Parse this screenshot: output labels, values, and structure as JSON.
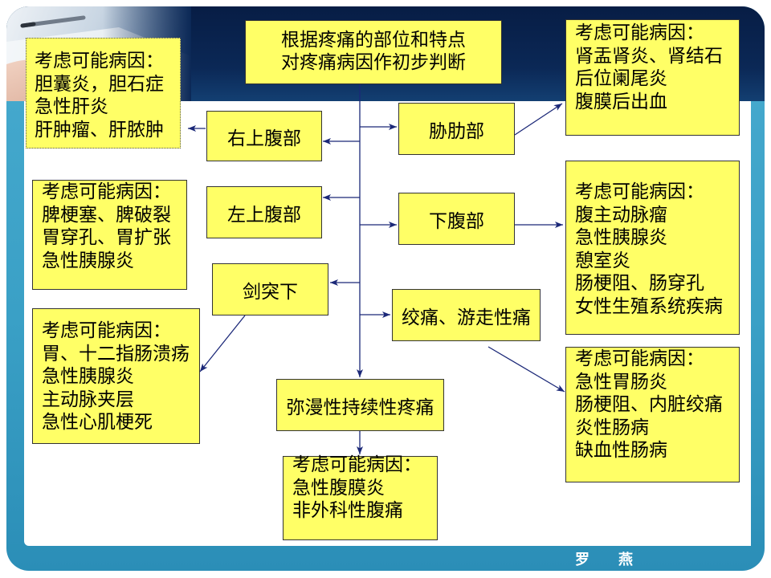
{
  "title": {
    "line1": "根据疼痛的部位和特点",
    "line2": "对疼痛病因作初步判断"
  },
  "locations": {
    "right_upper": "右上腹部",
    "left_upper": "左上腹部",
    "xiphoid": "剑突下",
    "flank": "胁肋部",
    "lower": "下腹部",
    "colic": "绞痛、游走性痛",
    "diffuse": "弥漫性持续性疼痛"
  },
  "causes": {
    "right_upper": {
      "heading": "考虑可能病因：",
      "items": [
        "胆囊炎，胆石症",
        "急性肝炎",
        "肝肿瘤、肝脓肿"
      ]
    },
    "flank": {
      "heading": "考虑可能病因：",
      "items": [
        "肾盂肾炎、肾结石",
        "后位阑尾炎",
        "腹膜后出血"
      ]
    },
    "left_upper": {
      "heading": "考虑可能病因：",
      "items": [
        "脾梗塞、脾破裂",
        "胃穿孔、胃扩张",
        "急性胰腺炎"
      ]
    },
    "lower": {
      "heading": "考虑可能病因：",
      "items": [
        "腹主动脉瘤",
        "急性胰腺炎",
        "憩室炎",
        "肠梗阻、肠穿孔",
        "女性生殖系统疾病"
      ]
    },
    "xiphoid": {
      "heading": "考虑可能病因：",
      "items": [
        "胃、十二指肠溃疡",
        "急性胰腺炎",
        "主动脉夹层",
        "急性心肌梗死"
      ]
    },
    "colic": {
      "heading": "考虑可能病因：",
      "items": [
        "急性胃肠炎",
        "肠梗阻、内脏绞痛",
        "炎性肠病",
        "缺血性肠病"
      ]
    },
    "diffuse": {
      "heading": "考虑可能病因：",
      "items": [
        "急性腹膜炎",
        "非外科性腹痛"
      ]
    }
  },
  "footer": {
    "author": "罗　燕"
  },
  "colors": {
    "box_fill": "#ffff66",
    "box_border": "#333333",
    "connector": "#1b2878",
    "frame": "#3aa0c6",
    "header": "#0b2856",
    "footer_text": "#ffffff"
  }
}
